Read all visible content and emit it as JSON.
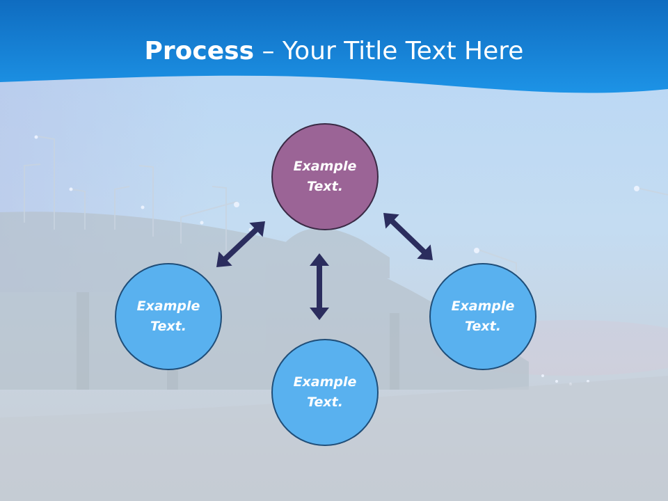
{
  "slide": {
    "title_bold": "Process",
    "title_rest": " – Your Title Text Here"
  },
  "diagram": {
    "nodes": [
      {
        "text": "Example Text.",
        "color": "#9b6496"
      },
      {
        "text": "Example Text.",
        "color": "#59b1ef"
      },
      {
        "text": "Example Text.",
        "color": "#59b1ef"
      },
      {
        "text": "Example Text.",
        "color": "#59b1ef"
      }
    ],
    "arrow_color": "#2b2d5e",
    "header_color": "#1b88d8"
  }
}
